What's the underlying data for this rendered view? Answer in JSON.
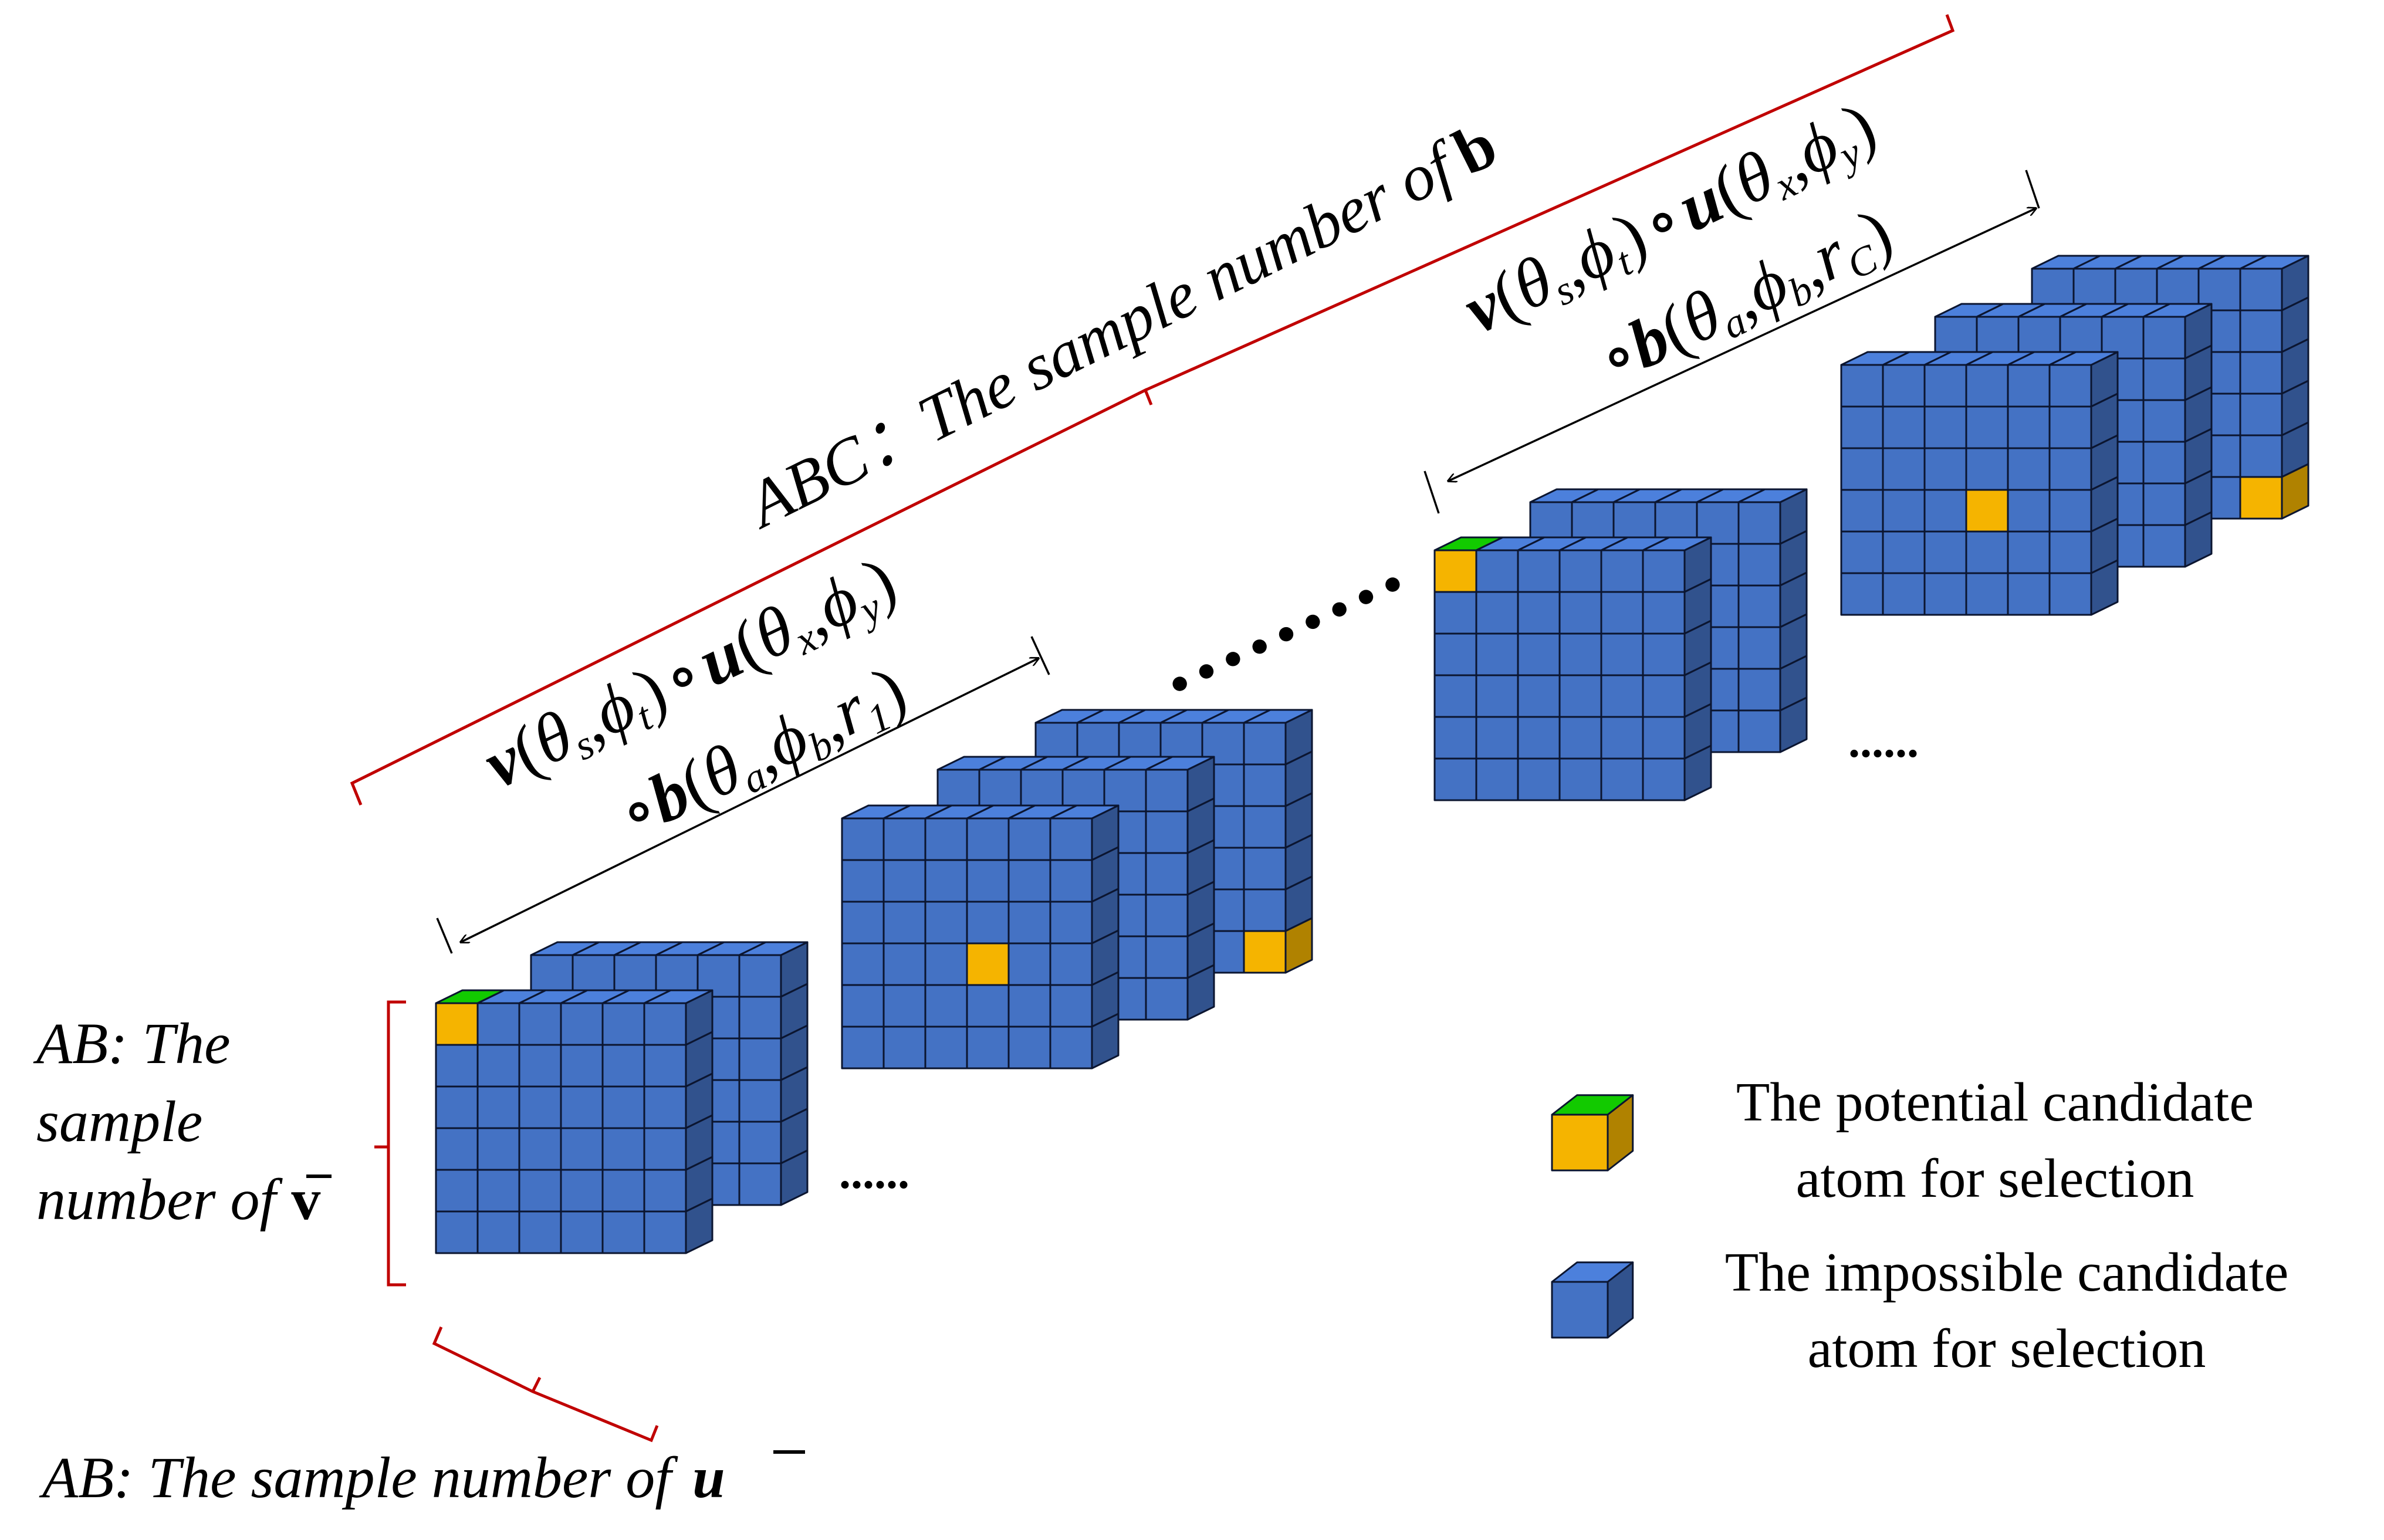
{
  "colors": {
    "candidate_cube": "#F5B400",
    "impossible_cube": "#4472C4",
    "bracket": "#C00000",
    "arrow": "#000000"
  },
  "labels": {
    "abc": "ABC：The sample number of",
    "abc_var": "b",
    "ab_v_line1": "AB: The",
    "ab_v_line2": "sample",
    "ab_v_line3": "number of",
    "ab_v_var": "v",
    "ab_u": "AB: The sample number of",
    "ab_u_var": "u"
  },
  "dots": {
    "middle": "·········",
    "left_group": "......",
    "right_group": "......"
  },
  "formulas": {
    "left": {
      "v": "v",
      "theta": "θ",
      "s": "s",
      "phi": "ϕ",
      "t": "t",
      "circ": "∘",
      "u": "u",
      "x": "x",
      "y": "y",
      "b": "b",
      "a": "a",
      "bsub": "b",
      "r": "r",
      "rsub": "1"
    },
    "right": {
      "v": "v",
      "theta": "θ",
      "s": "s",
      "phi": "ϕ",
      "t": "t",
      "circ": "∘",
      "u": "u",
      "x": "x",
      "y": "y",
      "b": "b",
      "a": "a",
      "bsub": "b",
      "r": "r",
      "rsub": "C"
    }
  },
  "legend": {
    "candidate_line1": "The potential candidate",
    "candidate_line2": "atom for selection",
    "impossible_line1": "The impossible candidate",
    "impossible_line2": "atom for selection"
  }
}
